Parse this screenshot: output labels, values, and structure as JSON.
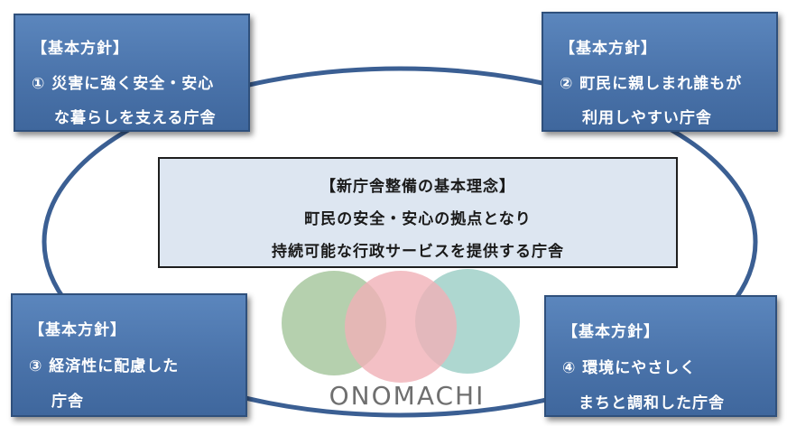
{
  "diagram": {
    "center": {
      "title": "【新庁舎整備の基本理念】",
      "line1": "町民の安全・安心の拠点となり",
      "line2": "持続可能な行政サービスを提供する庁舎"
    },
    "policies": [
      {
        "header": "【基本方針】",
        "line1": "① 災害に強く安全・安心",
        "line2": "な暮らしを支える庁舎"
      },
      {
        "header": "【基本方針】",
        "line1": "② 町民に親しまれ誰もが",
        "line2": "利用しやすい庁舎"
      },
      {
        "header": "【基本方針】",
        "line1": "③ 経済性に配慮した",
        "line2": "庁舎"
      },
      {
        "header": "【基本方針】",
        "line1": "④ 環境にやさしく",
        "line2": "まちと調和した庁舎"
      }
    ],
    "logo": {
      "text": "ONOMACHI"
    }
  },
  "colors": {
    "box_fill": "#4a73aa",
    "box_border": "#2f507c",
    "ellipse": "#3b5f93",
    "center_fill": "#dde6f1",
    "circle_green": "#a8c8a0",
    "circle_pink": "#f0b0b6",
    "circle_teal": "#a0d0c8"
  }
}
